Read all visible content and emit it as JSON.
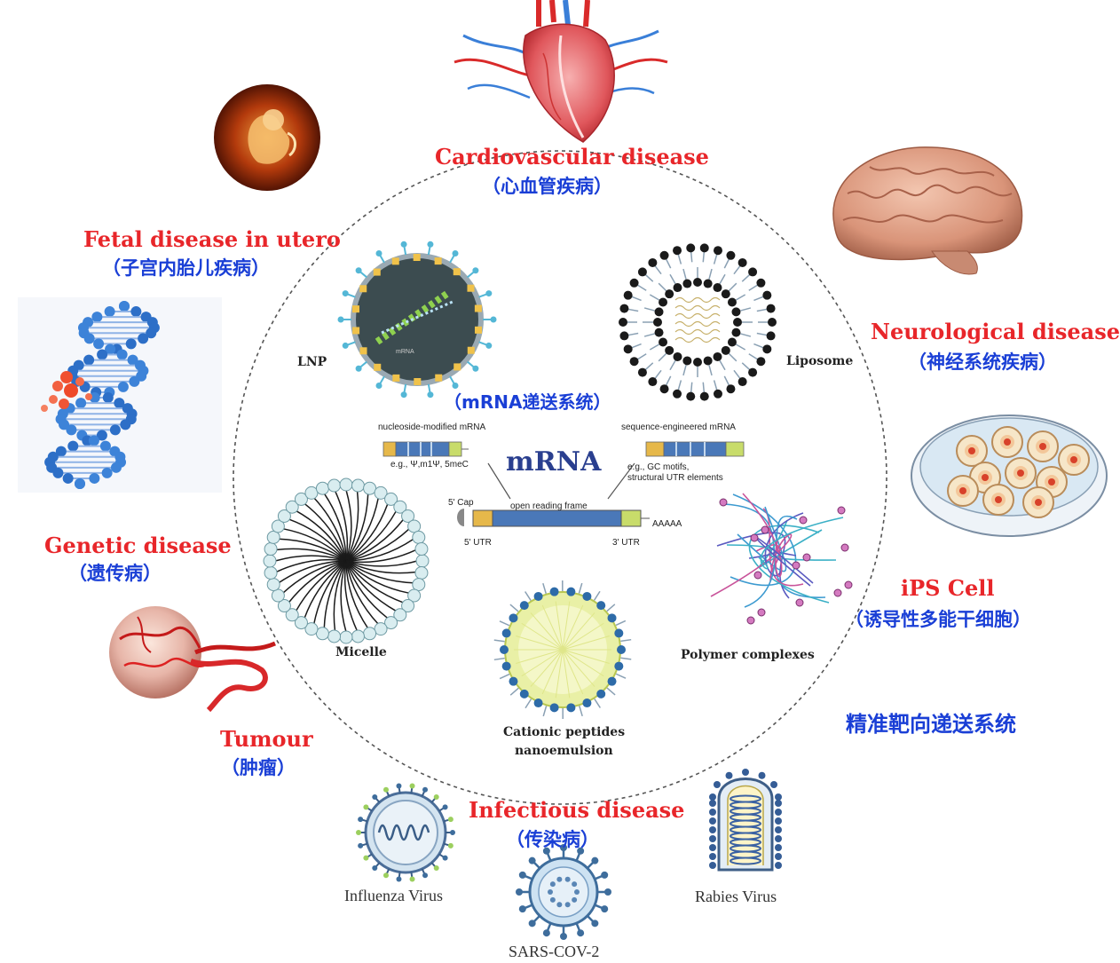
{
  "center": {
    "title": "mRNA",
    "system_label": "（mRNA递送系统）",
    "nucleoside_label": "nucleoside-modified mRNA",
    "nucleoside_examples": "e.g., Ψ,m1Ψ, 5meC",
    "sequence_label": "sequence-engineered mRNA",
    "sequence_examples_1": "e.g., GC motifs,",
    "sequence_examples_2": "structural UTR elements",
    "cap": "5' Cap",
    "orf": "open reading frame",
    "utr5": "5' UTR",
    "utr3": "3' UTR",
    "polya": "AAAAA"
  },
  "carriers": {
    "lnp": "LNP",
    "liposome": "Liposome",
    "micelle": "Micelle",
    "polymer": "Polymer complexes",
    "cationic_1": "Cationic peptides",
    "cationic_2": "nanoemulsion",
    "lnp_inner": "mRNA"
  },
  "diseases": {
    "cardio_en": "Cardiovascular disease",
    "cardio_cn": "（心血管疾病）",
    "fetal_en": "Fetal disease in utero",
    "fetal_cn": "（子宫内胎儿疾病）",
    "neuro_en": "Neurological disease",
    "neuro_cn": "（神经系统疾病）",
    "genetic_en": "Genetic disease",
    "genetic_cn": "（遗传病）",
    "ips_en": "iPS Cell",
    "ips_cn": "（诱导性多能干细胞）",
    "tumour_en": "Tumour",
    "tumour_cn": "（肿瘤）",
    "infect_en": "Infectious disease",
    "infect_cn": "（传染病）"
  },
  "targeting": "精准靶向递送系统",
  "viruses": {
    "influenza": "Influenza Virus",
    "sars": "SARS-COV-2",
    "rabies": "Rabies Virus"
  },
  "colors": {
    "disease_en": "#e8262a",
    "disease_cn": "#1a3fd6",
    "orf_blue": "#4a78b8",
    "utr_yellow": "#e6b84a",
    "utr_green": "#c8dc6a"
  }
}
